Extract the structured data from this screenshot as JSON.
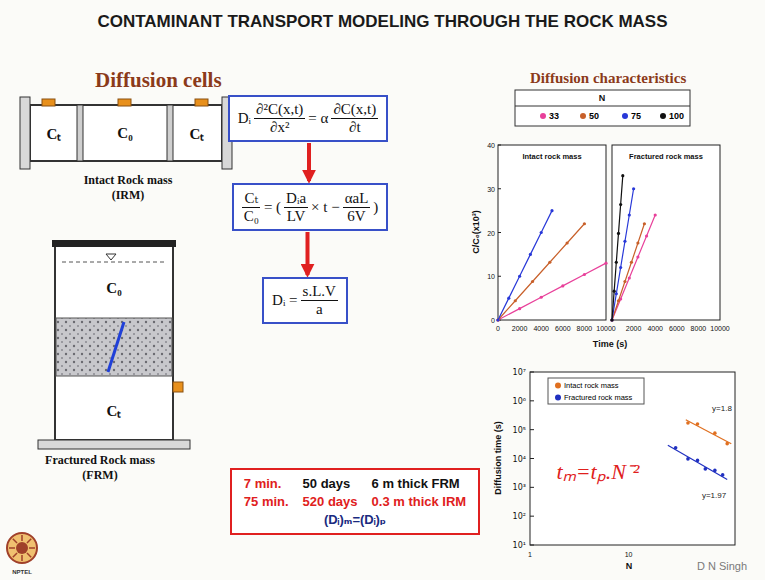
{
  "diagram": {
    "title": "CONTAMINANT TRANSPORT MODELING THROUGH THE ROCK MASS",
    "nodes": [
      {
        "text": [
          "Dᵢ",
          "∂²C(x,t)",
          "∂x²",
          "= α",
          "∂C(x,t)",
          "∂t"
        ]
      },
      {
        "text": [
          "Cₜ",
          "C₀",
          "= (",
          "Dᵢa",
          "LV",
          "× t −",
          "αaL",
          "6V",
          ")"
        ]
      },
      {
        "text": [
          "Dᵢ =",
          "s.L.V",
          "a"
        ]
      },
      {
        "text": [
          "7 min.",
          "50 days",
          "6 m thick FRM",
          "75 min.",
          "520 days",
          "0.3 m thick IRM",
          "(Dᵢ)ₘ=(Dᵢ)ₚ"
        ]
      }
    ],
    "edges": [
      {
        "from": 0,
        "to": 1,
        "arrow": "to"
      },
      {
        "from": 1,
        "to": 2,
        "arrow": "to"
      }
    ],
    "labels": [
      "Diffusion cells",
      "Cₜ",
      "C₀",
      "Cₜ",
      "Intact Rock mass (IRM)",
      "C₀",
      "Cₜ",
      "Fractured Rock mass (FRM)",
      "Diffusion characteristics",
      "N",
      "Intact rock mass",
      "Fractured rock mass",
      "C/C₀(x10³)",
      "0",
      "10",
      "20",
      "30",
      "40",
      "0",
      "2000",
      "4000",
      "6000",
      "8000",
      "10000",
      "2000",
      "4000",
      "6000",
      "8000",
      "10000",
      "Time (s)",
      "Diffusion time (s)",
      "10¹",
      "10²",
      "10³",
      "10⁴",
      "10⁵",
      "10⁶",
      "10⁷",
      "1",
      "10",
      "N",
      "y=1.8",
      "y=1.97",
      "tₘ=tₚ.N⁻²",
      "D N Singh",
      "NPTEL"
    ],
    "legend": [
      {
        "text": "33",
        "color": "#e8409a"
      },
      {
        "text": "50",
        "color": "#c8602a"
      },
      {
        "text": "75",
        "color": "#2838d8"
      },
      {
        "text": "100",
        "color": "#111111"
      },
      {
        "text": "Intact rock mass",
        "color": "#e07020"
      },
      {
        "text": "Fractured rock mass",
        "color": "#2030c0"
      }
    ]
  }
}
